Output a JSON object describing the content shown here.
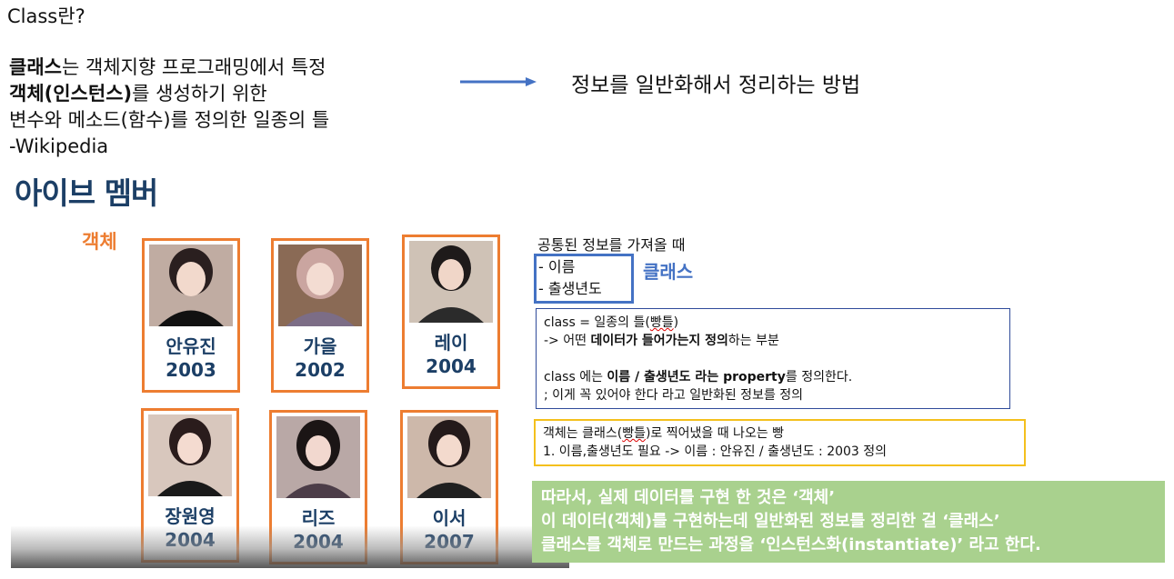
{
  "title": "Class란?",
  "definition": {
    "line1_bold": "클래스",
    "line1_rest": "는 객체지향 프로그래밍에서 특정",
    "line2_bold": "객체(인스턴스)",
    "line2_rest": "를 생성하기 위한",
    "line3": "변수와 메소드(함수)를 정의한 일종의 틀",
    "line4": "-Wikipedia"
  },
  "summary": "정보를 일반화해서 정리하는 방법",
  "members_title": "아이브 멤버",
  "object_label": "객체",
  "members": [
    {
      "name": "안유진",
      "year": "2003"
    },
    {
      "name": "가을",
      "year": "2002"
    },
    {
      "name": "레이",
      "year": "2004"
    },
    {
      "name": "장원영",
      "year": "2004"
    },
    {
      "name": "리즈",
      "year": "2004"
    },
    {
      "name": "이서",
      "year": "2007"
    }
  ],
  "common_info": "공통된 정보를 가져올 때",
  "class_items": [
    "- 이름",
    "- 출생년도"
  ],
  "class_label": "클래스",
  "box1": {
    "l1_a": "class = 일종의 틀(",
    "l1_b": "빵틀",
    "l1_c": ")",
    "l2_a": "-> 어떤 ",
    "l2_b": "데이터가 들어가는지 정의",
    "l2_c": "하는 부분",
    "l3_a": "class 에는 ",
    "l3_b": "이름 / 출생년도 라는 property",
    "l3_c": "를 정의한다.",
    "l4": "; 이게 꼭 있어야 한다 라고 일반화된 정보를 정의"
  },
  "box2": {
    "l1_a": "객체는 클래스(",
    "l1_b": "빵틀",
    "l1_c": ")로 찍어냈을 때 나오는 빵",
    "l2": "1.  이름,출생년도 필요 -> 이름 : 안유진 / 출생년도 : 2003 정의"
  },
  "conclusion": [
    "따라서, 실제 데이터를 구현 한 것은 ‘객체’",
    "이 데이터(객체)를 구현하는데 일반화된 정보를 정리한 걸 ‘클래스’",
    "클래스를 객체로 만드는 과정을 ‘인스턴스화(instantiate)’ 라고 한다."
  ],
  "colors": {
    "accent_orange": "#ed7d31",
    "accent_blue": "#4472c4",
    "navy": "#1c3f66",
    "green_box": "#a9d18e"
  },
  "icons": [
    "arrow-right-icon",
    "member-photo"
  ]
}
